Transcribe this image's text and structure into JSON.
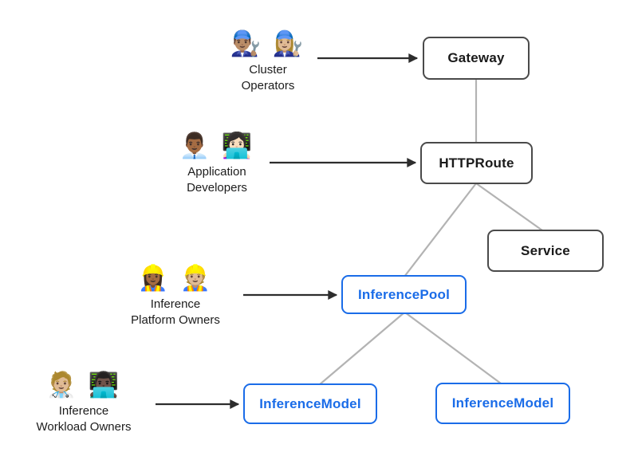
{
  "diagram": {
    "title_hint": "Gateway API inference extension resource model",
    "colors": {
      "resource_border": "#4a4a4a",
      "resource_text": "#1a1a1a",
      "inference_accent": "#1a6ce8",
      "connector": "#b3b3b3",
      "arrow": "#2d2d2d",
      "background": "#ffffff"
    },
    "personas": [
      {
        "id": "cluster-operators",
        "icons": "👨🏽‍🔧 👩🏼‍🔧",
        "labels": [
          "Cluster",
          "Operators"
        ]
      },
      {
        "id": "application-developers",
        "icons": "👨🏾‍💼 👩🏻‍💻",
        "labels": [
          "Application",
          "Developers"
        ]
      },
      {
        "id": "inference-platform-owners",
        "icons": "👷🏾‍♀️ 👷🏼",
        "labels": [
          "Inference",
          "Platform Owners"
        ]
      },
      {
        "id": "inference-workload-owners",
        "icons": "🧑🏼‍⚕️ 👨🏿‍💻",
        "labels": [
          "Inference",
          "Workload Owners"
        ]
      }
    ],
    "nodes": [
      {
        "id": "gateway",
        "label": "Gateway",
        "type": "resource"
      },
      {
        "id": "httproute",
        "label": "HTTPRoute",
        "type": "resource"
      },
      {
        "id": "service",
        "label": "Service",
        "type": "resource"
      },
      {
        "id": "inferencepool",
        "label": "InferencePool",
        "type": "inference"
      },
      {
        "id": "inferencemodel-left",
        "label": "InferenceModel",
        "type": "inference"
      },
      {
        "id": "inferencemodel-right",
        "label": "InferenceModel",
        "type": "inference"
      }
    ],
    "edges": [
      {
        "from": "gateway",
        "to": "httproute",
        "style": "connector"
      },
      {
        "from": "httproute",
        "to": "inferencepool",
        "style": "connector"
      },
      {
        "from": "httproute",
        "to": "service",
        "style": "connector"
      },
      {
        "from": "inferencepool",
        "to": "inferencemodel-left",
        "style": "connector"
      },
      {
        "from": "inferencepool",
        "to": "inferencemodel-right",
        "style": "connector"
      },
      {
        "from": "cluster-operators",
        "to": "gateway",
        "style": "arrow"
      },
      {
        "from": "application-developers",
        "to": "httproute",
        "style": "arrow"
      },
      {
        "from": "inference-platform-owners",
        "to": "inferencepool",
        "style": "arrow"
      },
      {
        "from": "inference-workload-owners",
        "to": "inferencemodel-left",
        "style": "arrow"
      }
    ]
  }
}
